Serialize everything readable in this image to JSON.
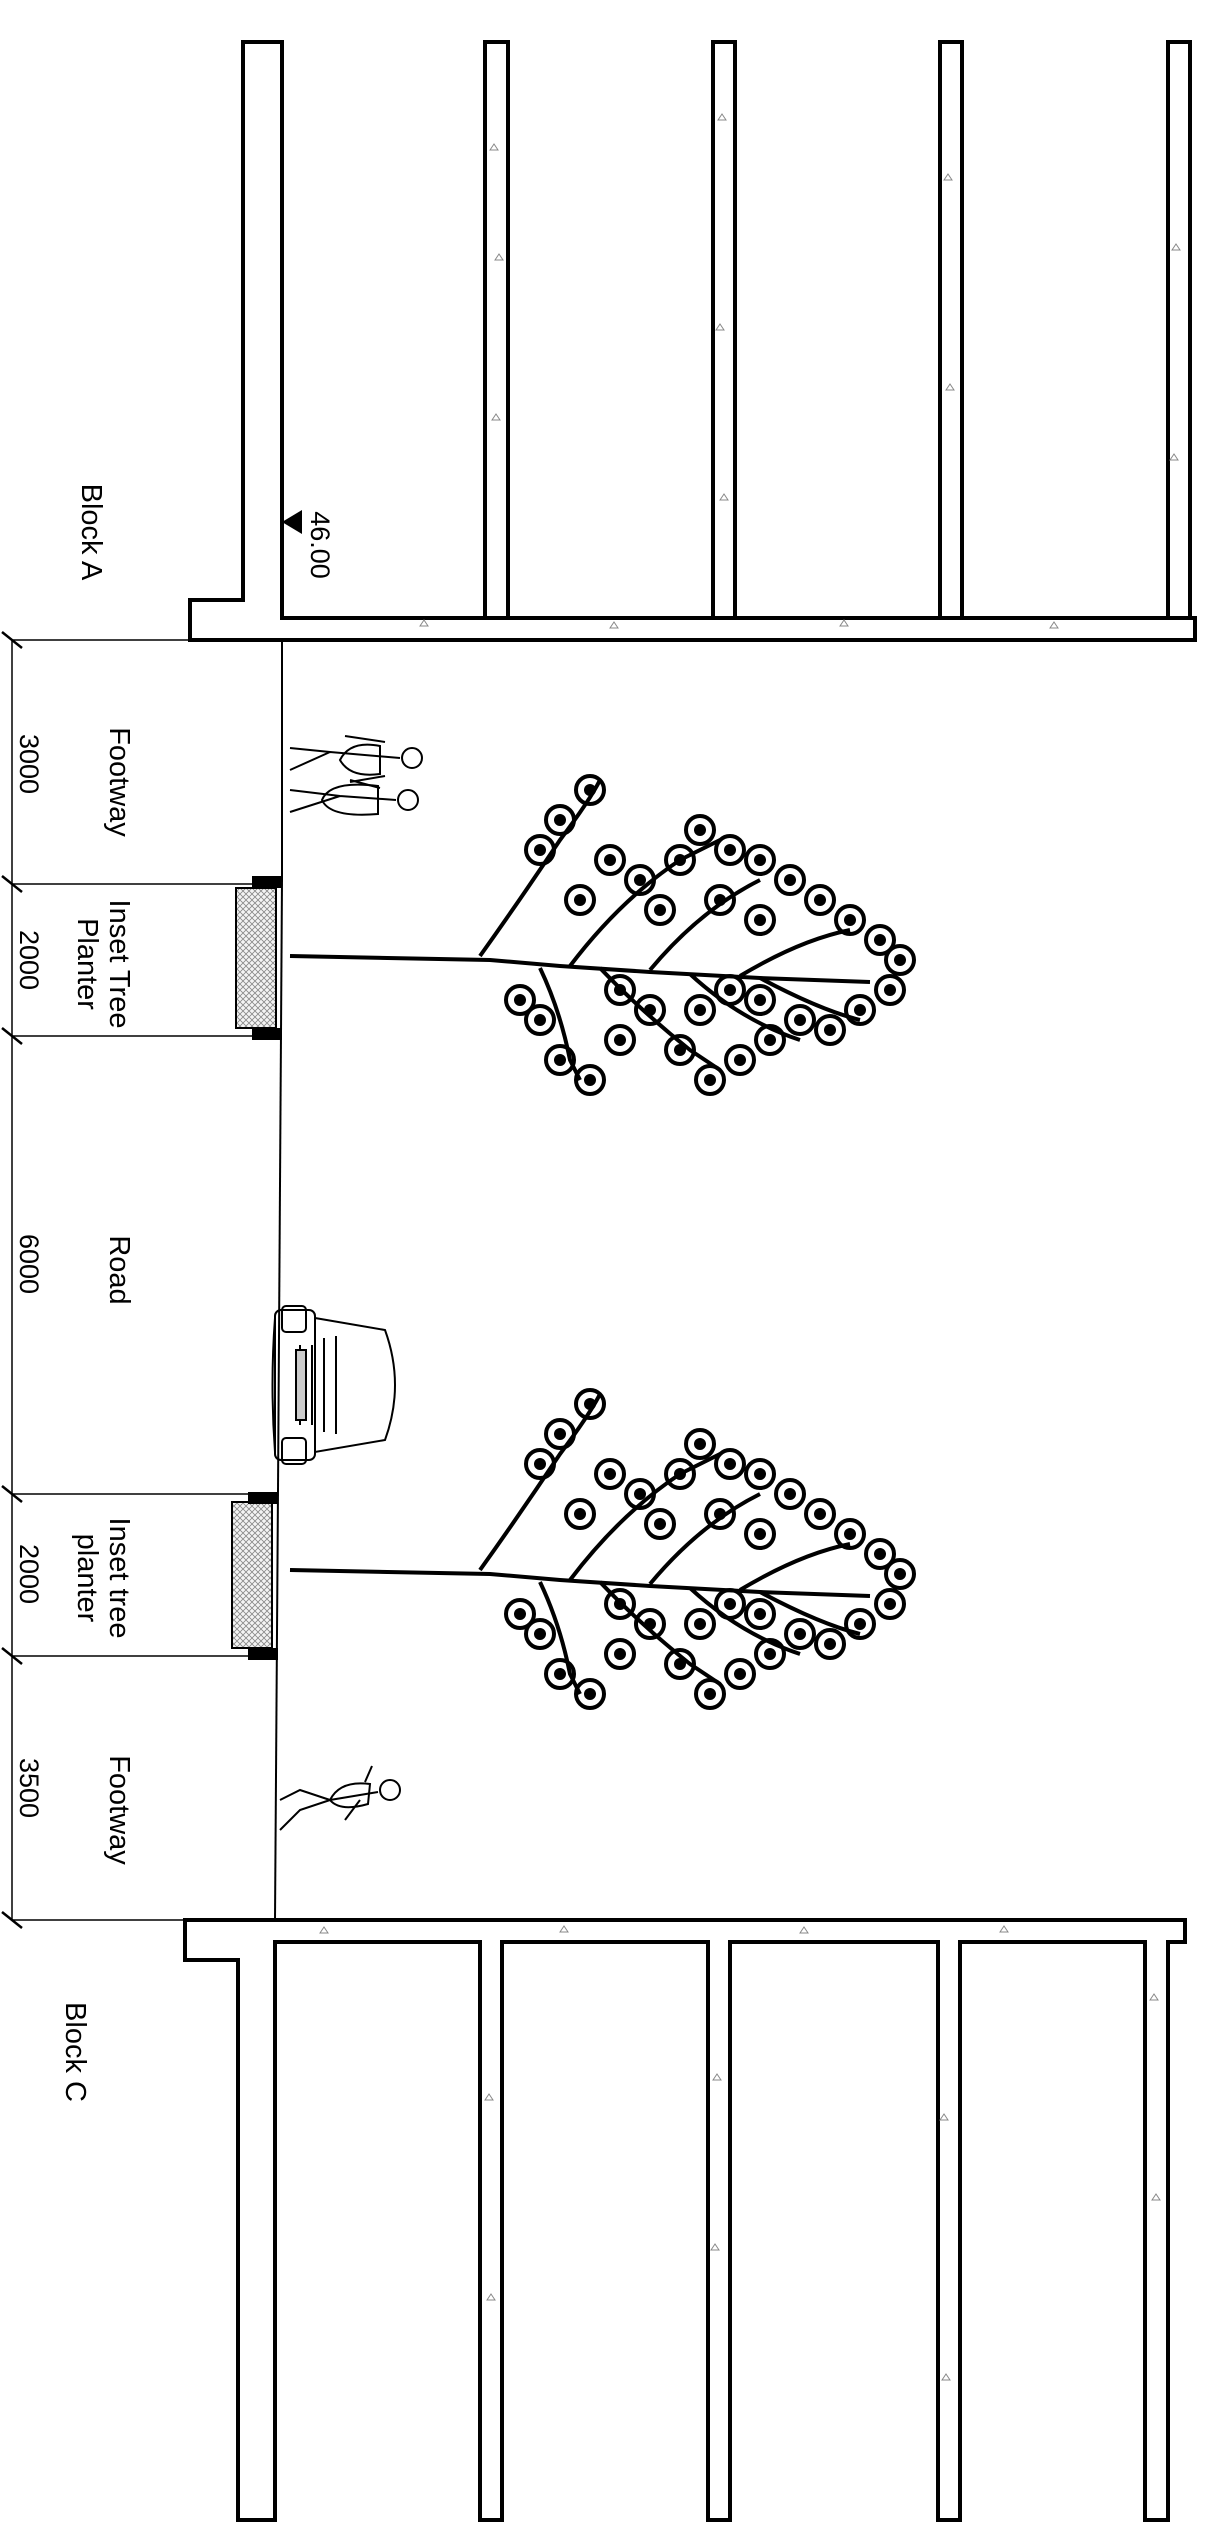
{
  "section": {
    "blocks": {
      "top": "Block A",
      "bottom": "Block C"
    },
    "level_marker": "46.00",
    "zones": [
      {
        "label_lines": [
          "Footway"
        ],
        "dimension": "3000"
      },
      {
        "label_lines": [
          "Inset Tree",
          "Planter"
        ],
        "dimension": "2000"
      },
      {
        "label_lines": [
          "Road"
        ],
        "dimension": "6000"
      },
      {
        "label_lines": [
          "Inset tree",
          "planter"
        ],
        "dimension": "2000"
      },
      {
        "label_lines": [
          "Footway"
        ],
        "dimension": "3500"
      }
    ],
    "icons": [
      "pedestrian-couple-icon",
      "tree-icon",
      "car-icon",
      "tree-icon",
      "pedestrian-icon"
    ]
  }
}
